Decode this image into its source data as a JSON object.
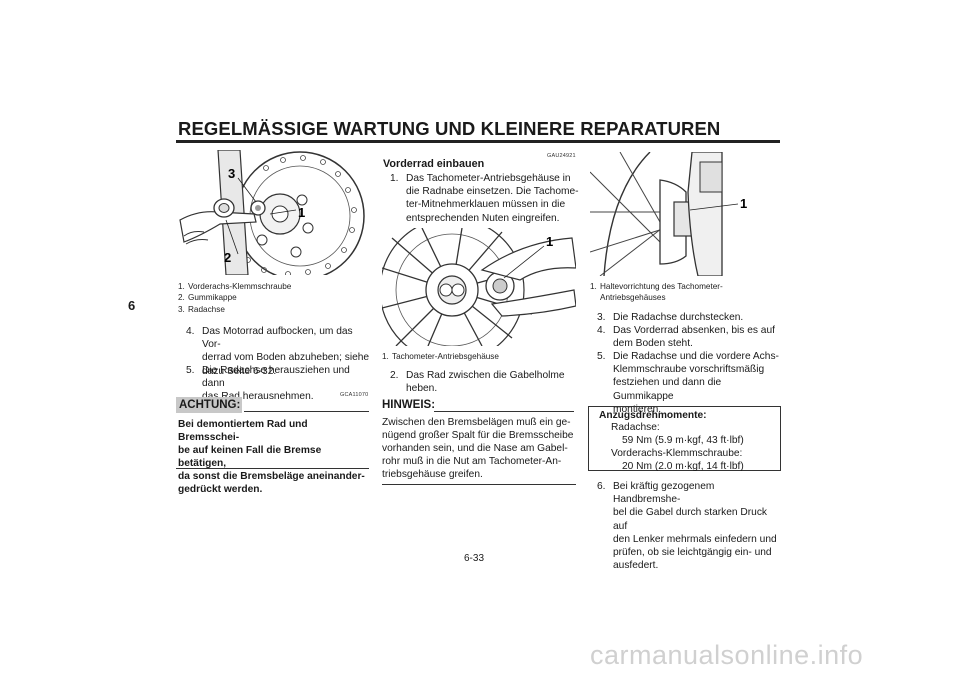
{
  "header": {
    "title": "REGELMÄSSIGE WARTUNG UND KLEINERE REPARATUREN"
  },
  "chapter_tab": "6",
  "page_number": "6-33",
  "col1": {
    "figure_callouts": [
      "3",
      "1",
      "2"
    ],
    "captions": [
      {
        "num": "1.",
        "text": "Vorderachs-Klemmschraube"
      },
      {
        "num": "2.",
        "text": "Gummikappe"
      },
      {
        "num": "3.",
        "text": "Radachse"
      }
    ],
    "steps": [
      {
        "num": "4.",
        "lines": [
          "Das Motorrad aufbocken, um das Vor-",
          "derrad vom Boden abzuheben; siehe",
          "dazu Seite 6-32."
        ]
      },
      {
        "num": "5.",
        "lines": [
          "Die Radachse herausziehen und dann",
          "das Rad herausnehmen."
        ]
      }
    ],
    "caution_code": "GCA11070",
    "caution_label": "ACHTUNG:",
    "caution_lines": [
      "Bei demontiertem Rad und Bremsschei-",
      "be auf keinen Fall die Bremse betätigen,",
      "da sonst die Bremsbeläge aneinander-",
      "gedrückt werden."
    ]
  },
  "col2": {
    "section_code": "GAU24921",
    "section_title": "Vorderrad einbauen",
    "step1": {
      "num": "1.",
      "lines": [
        "Das Tachometer-Antriebsgehäuse in",
        "die Radnabe einsetzen. Die Tachome-",
        "ter-Mitnehmerklauen müssen in die",
        "entsprechenden Nuten eingreifen."
      ]
    },
    "figure_callout": "1",
    "caption": {
      "num": "1.",
      "text": "Tachometer-Antriebsgehäuse"
    },
    "step2": {
      "num": "2.",
      "lines": [
        "Das Rad zwischen die Gabelholme",
        "heben."
      ]
    },
    "note_label": "HINWEIS:",
    "note_lines": [
      "Zwischen den Bremsbelägen muß ein ge-",
      "nügend großer Spalt für die Bremsscheibe",
      "vorhanden sein, und die Nase am Gabel-",
      "rohr muß in die Nut am Tachometer-An-",
      "triebsgehäuse greifen."
    ]
  },
  "col3": {
    "figure_callout": "1",
    "caption": {
      "num": "1.",
      "lines": [
        "Haltevorrichtung des Tachometer-",
        "Antriebsgehäuses"
      ]
    },
    "steps": [
      {
        "num": "3.",
        "lines": [
          "Die Radachse durchstecken."
        ]
      },
      {
        "num": "4.",
        "lines": [
          "Das Vorderrad absenken, bis es auf",
          "dem Boden steht."
        ]
      },
      {
        "num": "5.",
        "lines": [
          "Die Radachse und die vordere Achs-",
          "Klemmschraube vorschriftsmäßig",
          "festziehen und dann die Gummikappe",
          "montieren."
        ]
      }
    ],
    "torque_box": {
      "title": "Anzugsdrehmomente:",
      "lines": [
        {
          "text": "Radachse:",
          "indent": 1
        },
        {
          "text": "59 Nm (5.9 m·kgf, 43 ft·lbf)",
          "indent": 2
        },
        {
          "text": "Vorderachs-Klemmschraube:",
          "indent": 1
        },
        {
          "text": "20 Nm (2.0 m·kgf, 14 ft·lbf)",
          "indent": 2
        }
      ]
    },
    "step6": {
      "num": "6.",
      "lines": [
        "Bei kräftig gezogenem Handbremshe-",
        "bel die Gabel durch starken Druck auf",
        "den Lenker mehrmals einfedern und",
        "prüfen, ob sie leichtgängig ein- und",
        "ausfedert."
      ]
    }
  },
  "watermark": "carmanualsonline.info"
}
